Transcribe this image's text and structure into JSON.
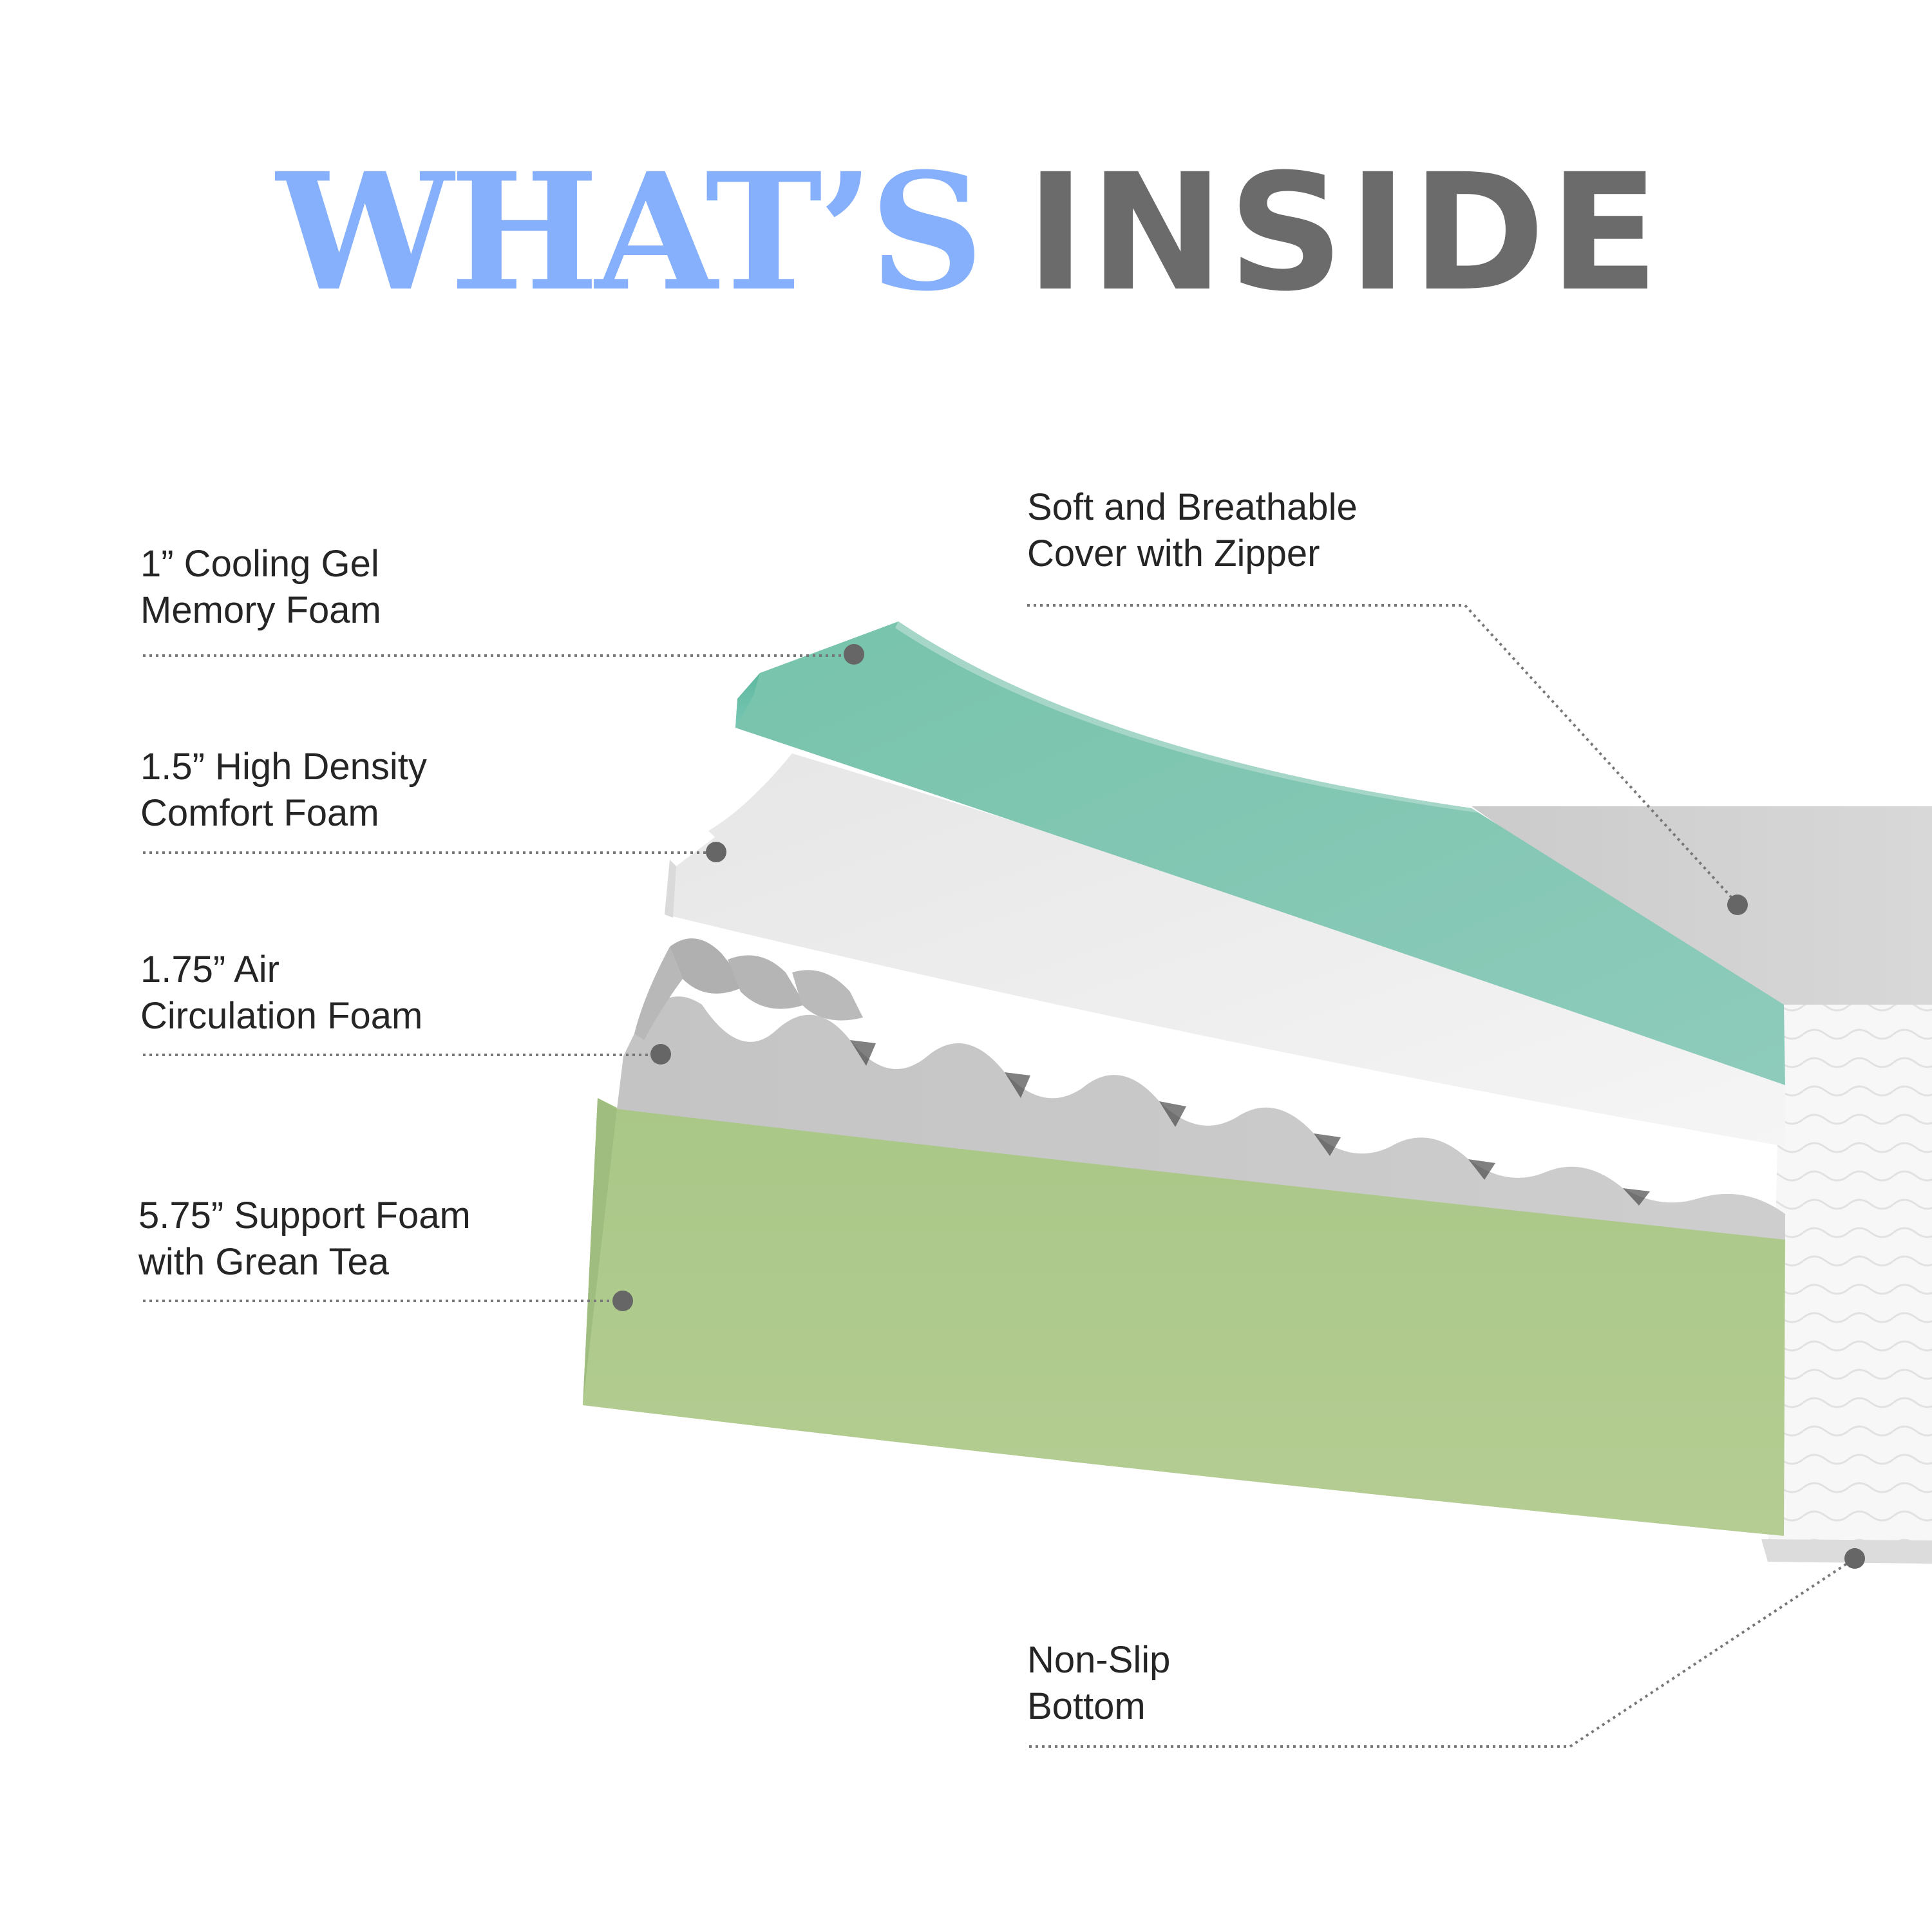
{
  "heading": {
    "part1": "WHAT’S",
    "part2": "INSIDE",
    "part1_color": "#86b0fb",
    "part2_color": "#6b6b6b"
  },
  "layers": [
    {
      "line1": "1” Cooling Gel",
      "line2": "Memory Foam",
      "color": "#84c7b2"
    },
    {
      "line1": "1.5” High Density",
      "line2": "Comfort Foam",
      "color": "#f0f0f0"
    },
    {
      "line1": "1.75” Air",
      "line2": "Circulation Foam",
      "color": "#c6c6c6"
    },
    {
      "line1": "5.75” Support Foam",
      "line2": "with Grean Tea",
      "color": "#b0c98c"
    }
  ],
  "cover": {
    "line1": "Soft and Breathable",
    "line2": "Cover with Zipper",
    "color": "#d2d2d2"
  },
  "bottom": {
    "line1": "Non-Slip",
    "line2": "Bottom"
  },
  "colors": {
    "text": "#252525",
    "leader": "#777777",
    "dot": "#666666"
  }
}
